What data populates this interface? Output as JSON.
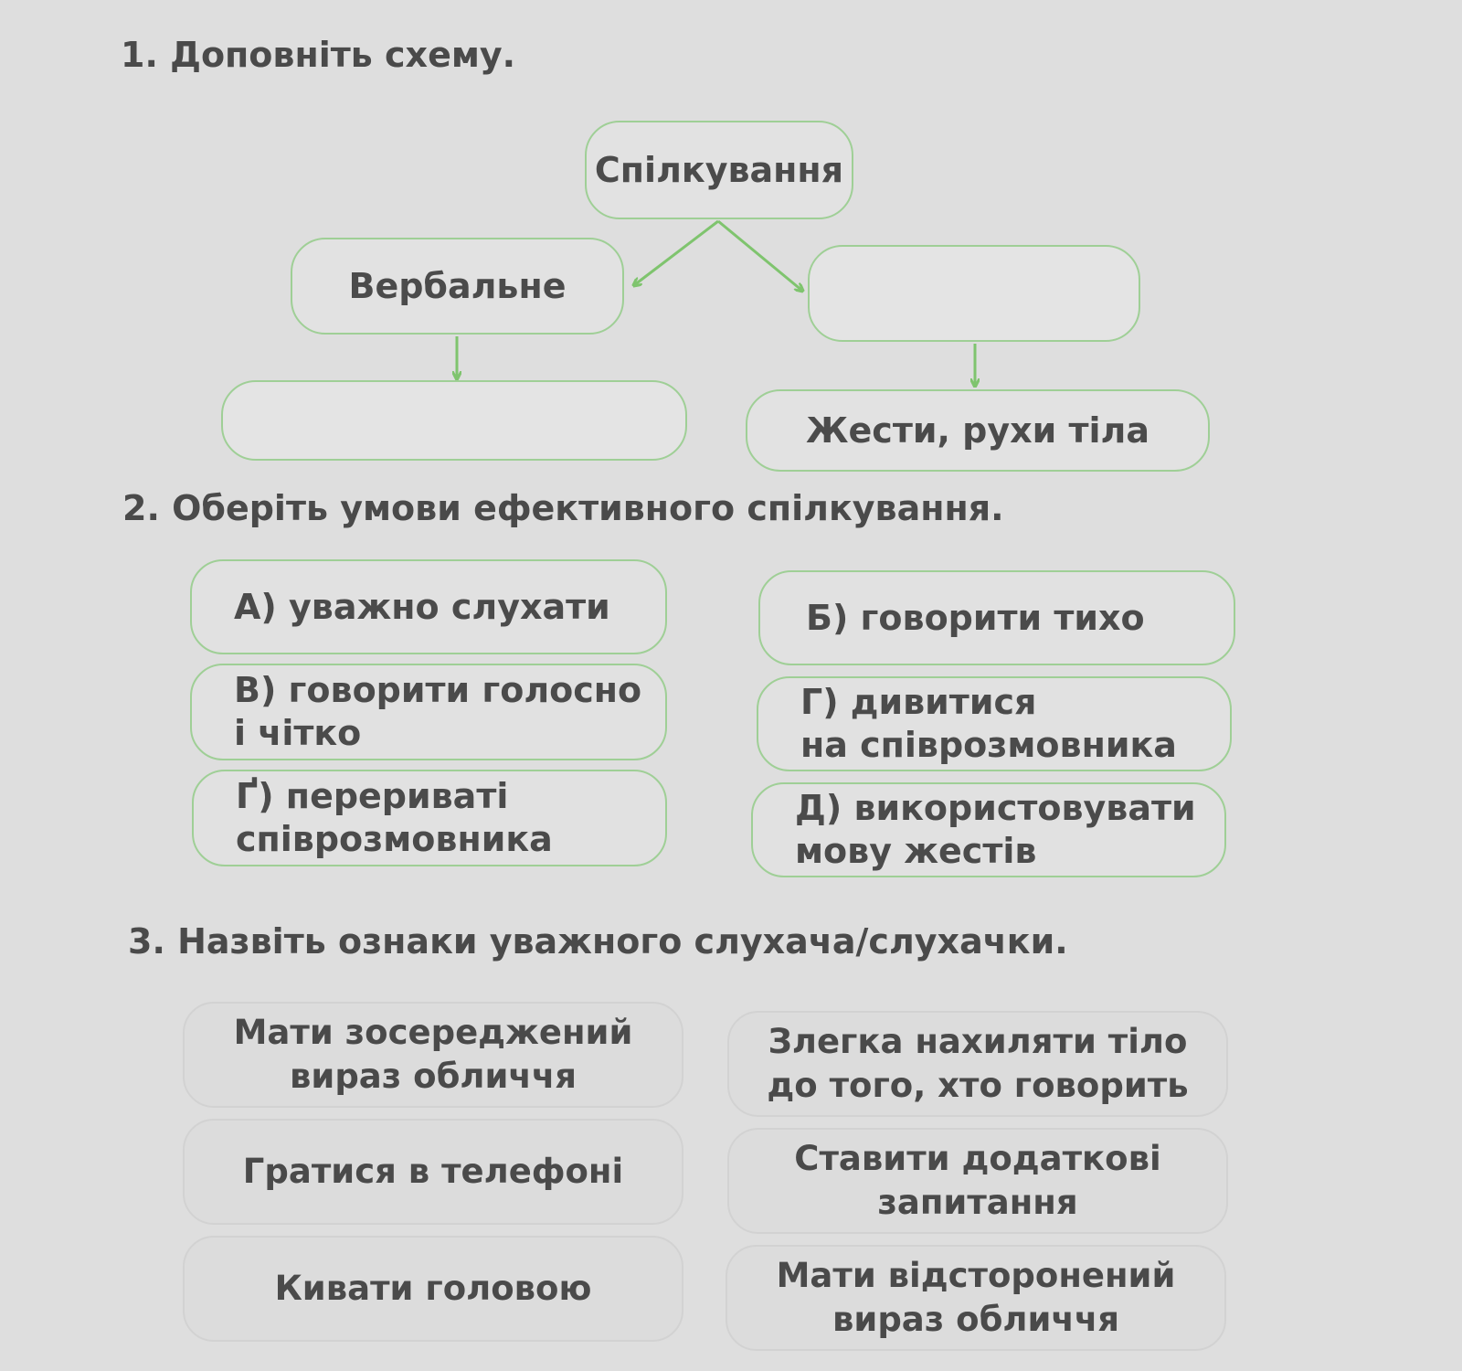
{
  "task1": {
    "title": "1. Доповніть схему.",
    "root": "Спілкування",
    "left": "Вербальне",
    "right": "",
    "left_child": "",
    "right_child": "Жести, рухи тіла",
    "line_color": "#7fc46e"
  },
  "task2": {
    "title": "2. Оберіть  умови ефективного спілкування.",
    "options": [
      {
        "line1": "А) уважно слухати",
        "line2": ""
      },
      {
        "line1": "Б) говорити тихо",
        "line2": ""
      },
      {
        "line1": "В) говорити голосно",
        "line2": "і чітко"
      },
      {
        "line1": "Г) дивитися",
        "line2": "на співрозмовника"
      },
      {
        "line1": "Ґ) перериватi",
        "line2": "співрозмовника"
      },
      {
        "line1": "Д) використовувати",
        "line2": "мову жестів"
      }
    ]
  },
  "task3": {
    "title": "3. Назвіть ознаки уважного слухача/слухачки.",
    "cards": [
      {
        "line1": "Мати зосереджений",
        "line2": "вираз обличчя"
      },
      {
        "line1": "Злегка нахиляти тіло",
        "line2": "до того, хто говорить"
      },
      {
        "line1": "Гратися в телефоні",
        "line2": ""
      },
      {
        "line1": "Ставити додаткові",
        "line2": "запитання"
      },
      {
        "line1": "Кивати головою",
        "line2": ""
      },
      {
        "line1": "Мати відсторонений",
        "line2": "вираз обличчя"
      }
    ]
  }
}
